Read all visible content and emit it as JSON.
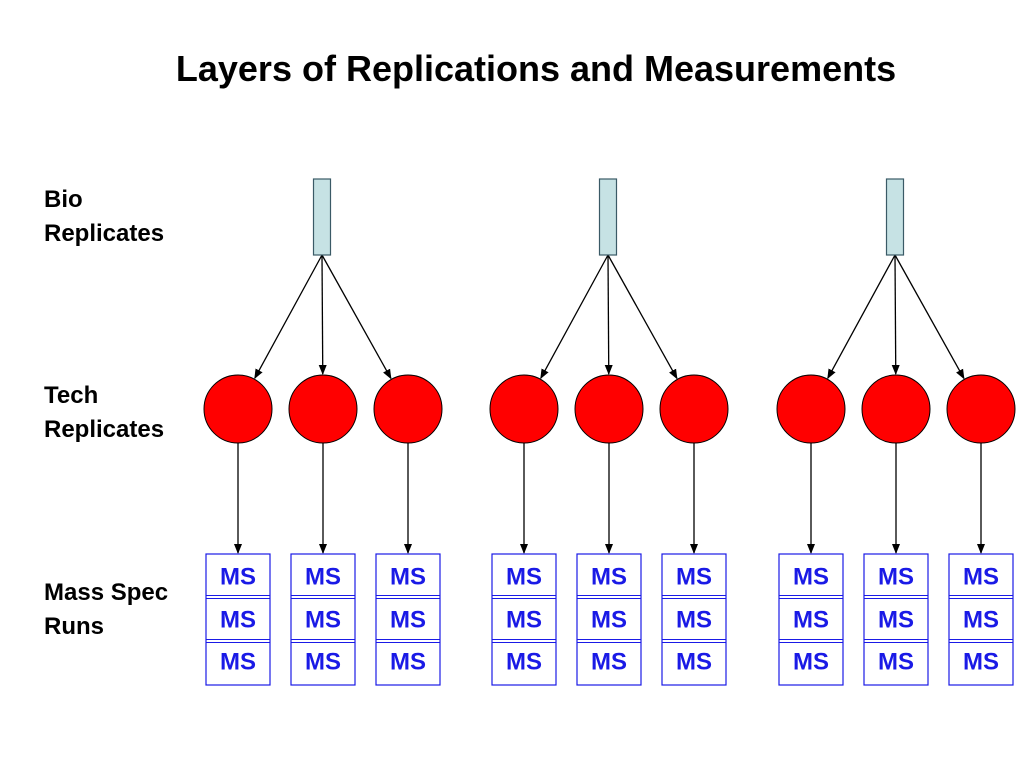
{
  "title": "Layers of Replications and Measurements",
  "labels": {
    "bio": "Bio\nReplicates",
    "tech": "Tech\nReplicates",
    "ms": "Mass Spec\nRuns"
  },
  "ms_label": "MS",
  "colors": {
    "bio_fill": "#c6e2e4",
    "bio_stroke": "#3a5a66",
    "tech_fill": "#ff0000",
    "ms_text": "#1a1ae6",
    "ms_stroke": "#1a1ae6",
    "arrow": "#000000"
  },
  "structure": {
    "bio_replicates": 3,
    "tech_per_bio": 3,
    "ms_runs_per_tech": 3
  }
}
